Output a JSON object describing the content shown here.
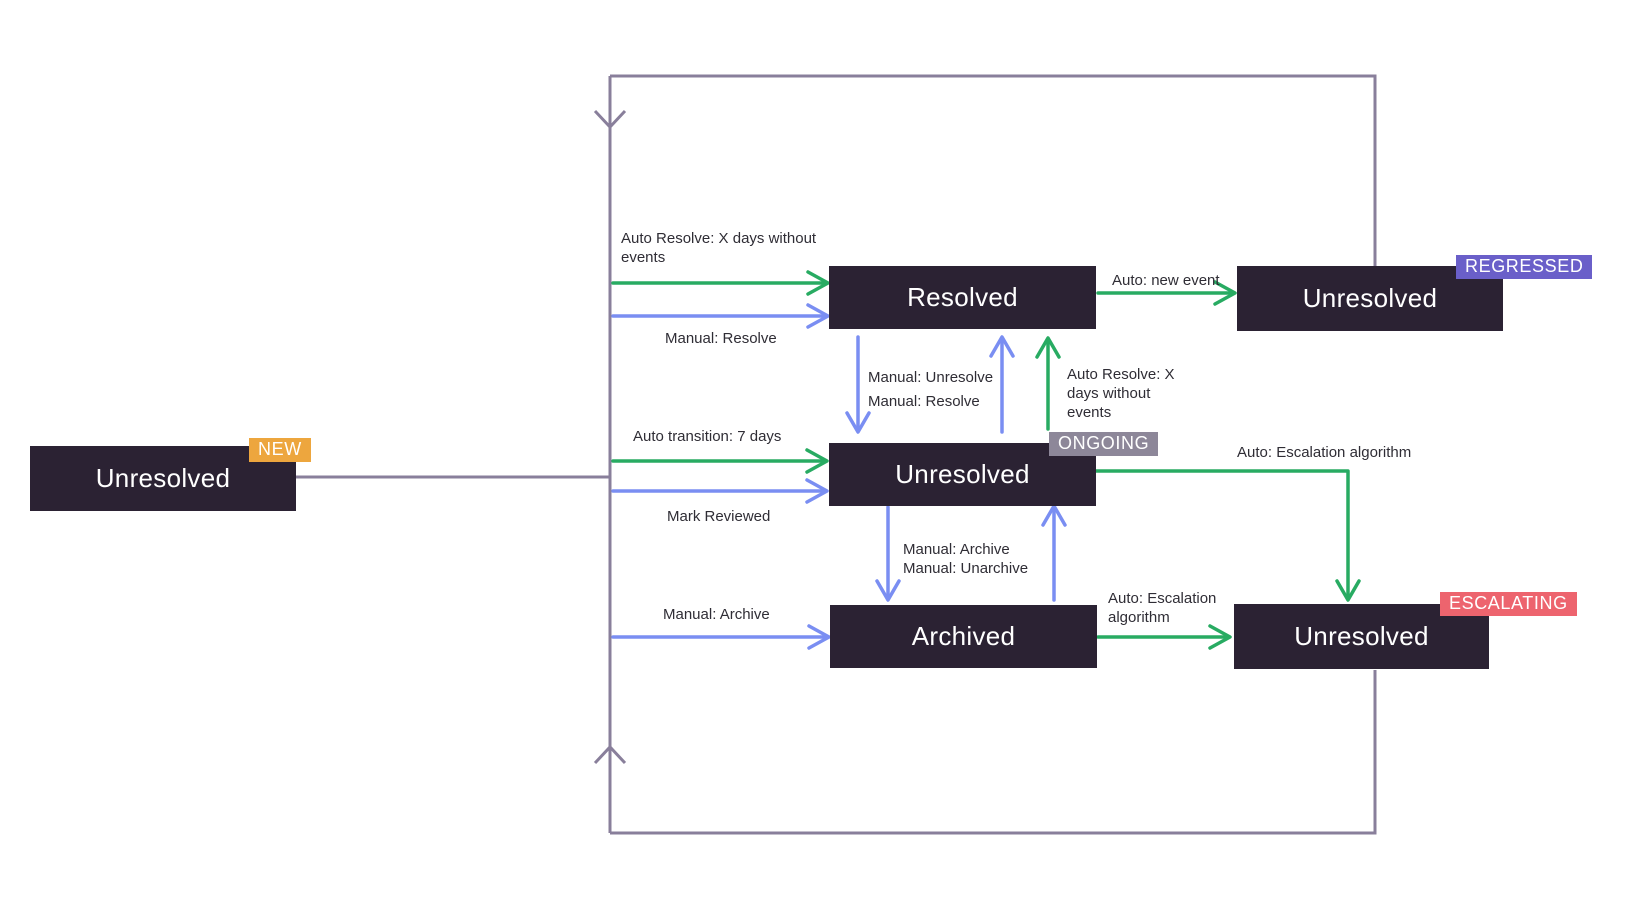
{
  "colors": {
    "background": "#ffffff",
    "node_bg": "#2b2233",
    "node_text": "#ffffff",
    "green": "#28ab62",
    "blue": "#7a8ef2",
    "purple": "#897f9b",
    "label_text": "#2f2d35",
    "badge_new": "#eda63e",
    "badge_ongoing": "#8d8799",
    "badge_regressed": "#6a5fc9",
    "badge_escalating": "#ed646e"
  },
  "nodes": {
    "new_unresolved": {
      "label": "Unresolved",
      "badge": "NEW"
    },
    "resolved": {
      "label": "Resolved"
    },
    "ongoing_unresolved": {
      "label": "Unresolved",
      "badge": "ONGOING"
    },
    "archived": {
      "label": "Archived"
    },
    "regressed_unresolved": {
      "label": "Unresolved",
      "badge": "REGRESSED"
    },
    "escalating_unresolved": {
      "label": "Unresolved",
      "badge": "ESCALATING"
    }
  },
  "edge_labels": {
    "auto_resolve_top": "Auto Resolve: X days without\nevents",
    "manual_resolve_top": "Manual: Resolve",
    "auto_transition": "Auto transition: 7 days",
    "mark_reviewed": "Mark Reviewed",
    "manual_archive_left": "Manual: Archive",
    "auto_new_event": "Auto: new event",
    "manual_unresolve_resolve": "Manual: Unresolve\nManual: Resolve",
    "auto_resolve_mid": "Auto Resolve: X\ndays without\nevents",
    "manual_archive_unarchive": "Manual: Archive\nManual: Unarchive",
    "auto_escalation_bottom": "Auto: Escalation\nalgorithm",
    "auto_escalation_top": "Auto: Escalation algorithm"
  }
}
